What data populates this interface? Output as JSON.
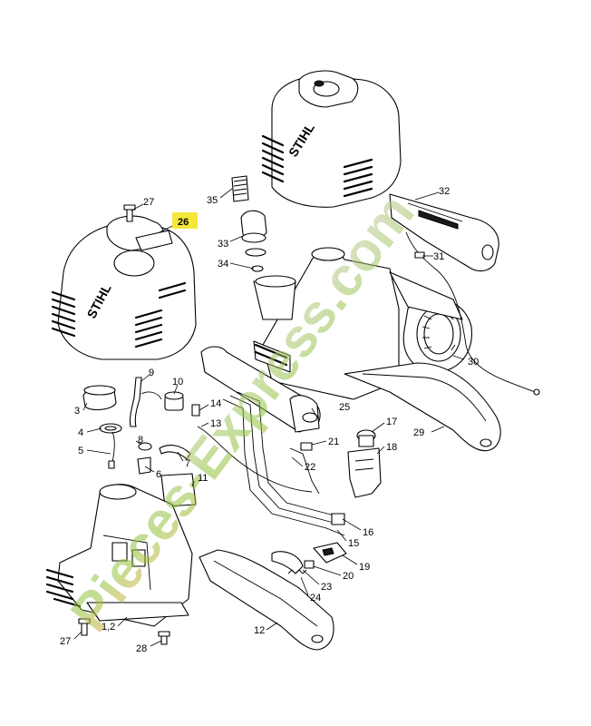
{
  "watermark": {
    "text": "Pieces-Express.com",
    "color_start": "#e8a33a",
    "color_mid": "#8fc33a",
    "color_end": "#c9c9b0"
  },
  "logo": {
    "text": "STIHL"
  },
  "highlight_color": "#f5e63a",
  "callouts": [
    {
      "id": "c27a",
      "label": "27"
    },
    {
      "id": "c26",
      "label": "26",
      "highlighted": true
    },
    {
      "id": "c35",
      "label": "35"
    },
    {
      "id": "c32",
      "label": "32"
    },
    {
      "id": "c33",
      "label": "33"
    },
    {
      "id": "c34",
      "label": "34"
    },
    {
      "id": "c31",
      "label": "31"
    },
    {
      "id": "c30",
      "label": "30"
    },
    {
      "id": "c9",
      "label": "9"
    },
    {
      "id": "c10",
      "label": "10"
    },
    {
      "id": "c3",
      "label": "3"
    },
    {
      "id": "c4",
      "label": "4"
    },
    {
      "id": "c5",
      "label": "5"
    },
    {
      "id": "c8",
      "label": "8"
    },
    {
      "id": "c7",
      "label": "7"
    },
    {
      "id": "c6",
      "label": "6"
    },
    {
      "id": "c14",
      "label": "14"
    },
    {
      "id": "c13",
      "label": "13"
    },
    {
      "id": "c25",
      "label": "25"
    },
    {
      "id": "c17",
      "label": "17"
    },
    {
      "id": "c29",
      "label": "29"
    },
    {
      "id": "c18",
      "label": "18"
    },
    {
      "id": "c21",
      "label": "21"
    },
    {
      "id": "c22",
      "label": "22"
    },
    {
      "id": "c11",
      "label": "11"
    },
    {
      "id": "c16",
      "label": "16"
    },
    {
      "id": "c15",
      "label": "15"
    },
    {
      "id": "c19",
      "label": "19"
    },
    {
      "id": "c20",
      "label": "20"
    },
    {
      "id": "c23",
      "label": "23"
    },
    {
      "id": "c24",
      "label": "24"
    },
    {
      "id": "c27b",
      "label": "27"
    },
    {
      "id": "c12b",
      "label": "1,2"
    },
    {
      "id": "c28",
      "label": "28"
    },
    {
      "id": "c12",
      "label": "12"
    }
  ]
}
